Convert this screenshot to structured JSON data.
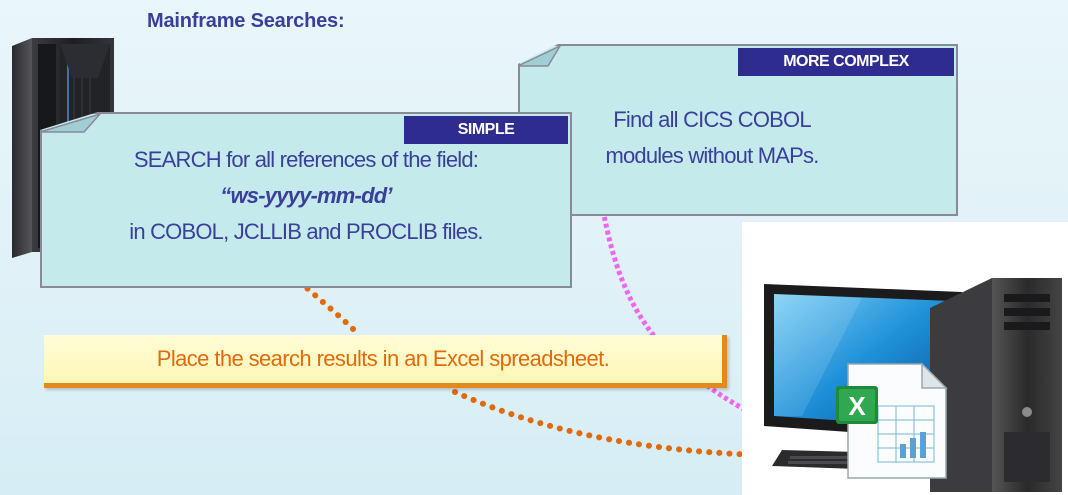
{
  "title": "Mainframe Searches:",
  "simple_note": {
    "tag": "SIMPLE",
    "line1": "SEARCH for all references of the field:",
    "field": "“ws-yyyy-mm-dd’",
    "line3": "in COBOL, JCLLIB and PROCLIB files."
  },
  "complex_note": {
    "tag": "MORE COMPLEX",
    "line1": "Find all CICS COBOL",
    "line2": "modules without MAPs."
  },
  "banner": {
    "text": "Place the search results in an Excel spreadsheet."
  },
  "icons": {
    "mainframe": "mainframe-server-icon",
    "desktop": "desktop-computer-icon",
    "excel": "excel-spreadsheet-icon"
  },
  "colors": {
    "tag_bg": "#2f2c8f",
    "note_bg": "#c4eaec",
    "text": "#3a3f9a",
    "banner_text": "#e06a0d",
    "orange_dots": "#e06a0d",
    "pink_dots": "#ee66ee"
  }
}
